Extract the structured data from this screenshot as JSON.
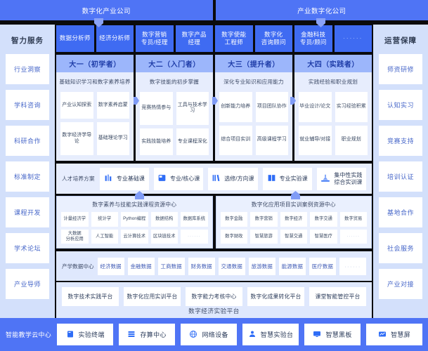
{
  "header": {
    "left_title": "数字化产业公司",
    "right_title": "产业数字化公司"
  },
  "sidebar_left": {
    "title": "智力服务",
    "items": [
      {
        "label": "行业洞察"
      },
      {
        "label": "学科咨询"
      },
      {
        "label": "科研合作"
      },
      {
        "label": "标准制定"
      },
      {
        "label": "课程开发"
      },
      {
        "label": "学术论坛"
      },
      {
        "label": "产业导师"
      }
    ]
  },
  "sidebar_right": {
    "title": "运营保障",
    "items": [
      {
        "label": "师资研修"
      },
      {
        "label": "认知实习"
      },
      {
        "label": "竞赛支持"
      },
      {
        "label": "培训认证"
      },
      {
        "label": "基地合作"
      },
      {
        "label": "社会服务"
      },
      {
        "label": "产业对接"
      }
    ]
  },
  "roles": [
    "数据分析师",
    "经济分析师",
    "数字营销\n专员/经理",
    "数字产品\n经理",
    "数字使能\n工程师",
    "数字化\n咨询顾问",
    "金融科技\n专员/顾问",
    "······"
  ],
  "years": [
    {
      "title": "大一（初学者）",
      "subtitle": "基础知识学习和数字素养培养",
      "items": [
        "产业认知探索",
        "数字素养启蒙",
        "数字经济学导论",
        "基础理论学习"
      ]
    },
    {
      "title": "大二（入门者）",
      "subtitle": "数字技能的初步掌握",
      "items": [
        "竞赛热情参与",
        "工具与技术学习",
        "实践技能培养",
        "专业课程深化"
      ]
    },
    {
      "title": "大三（提升者）",
      "subtitle": "深化专业知识和应用能力",
      "items": [
        "创新能力培养",
        "项目团队协作",
        "综合项目实训",
        "高级课程学习"
      ]
    },
    {
      "title": "大四（实践者）",
      "subtitle": "实践经验和职业规划",
      "items": [
        "毕业设计/论文",
        "实习经验积累",
        "就业辅导/对接",
        "职业规划"
      ]
    }
  ],
  "plan": {
    "label": "人才培养方案",
    "chips": [
      {
        "label": "专业基础课",
        "icon": "books-icon"
      },
      {
        "label": "专业/核心课",
        "icon": "open-book-icon"
      },
      {
        "label": "选修/方向课",
        "icon": "bookshelf-icon"
      },
      {
        "label": "专业实验课",
        "icon": "open-book-two-icon"
      },
      {
        "label": "集中性实践\n综合实训课",
        "icon": "lab-bench-icon"
      }
    ]
  },
  "resources": [
    {
      "title": "数字素养与技能实践课程资源中心",
      "items": [
        "计量经济学",
        "统计学",
        "Python编程",
        "数据结构",
        "数据库系统",
        "大数据\n分析应用",
        "人工智能",
        "云计算技术",
        "区块链技术",
        "······"
      ]
    },
    {
      "title": "数字化应用项目实训案例资源中心",
      "items": [
        "数字金融",
        "数字营销",
        "数字经济",
        "数字交通",
        "数字贸易",
        "数字财政",
        "智慧旅游",
        "智慧交通",
        "智慧医疗",
        "······"
      ]
    }
  ],
  "data_center": {
    "label": "产学数据中心",
    "items": [
      "经济数据",
      "金融数据",
      "工商数据",
      "财务数据",
      "交通数据",
      "旅游数据",
      "能源数据",
      "医疗数据",
      "······"
    ]
  },
  "platforms": {
    "items": [
      "数字技术实践平台",
      "数字化应用实训平台",
      "数字能力考核中心",
      "数字化成果转化平台",
      "课堂智能管控平台"
    ],
    "footer": "数字经济实验平台"
  },
  "bottom_bar": {
    "label": "智能教学云中心",
    "items": [
      {
        "label": "实验终端",
        "icon": "terminal-book-icon"
      },
      {
        "label": "存算中心",
        "icon": "server-stack-icon"
      },
      {
        "label": "网络设备",
        "icon": "globe-icon"
      },
      {
        "label": "智慧实验台",
        "icon": "user-bench-icon"
      },
      {
        "label": "智慧黑板",
        "icon": "monitor-icon"
      },
      {
        "label": "智慧屏",
        "icon": "screen-icon"
      }
    ]
  },
  "colors": {
    "brand_blue": "#4f74f5",
    "role_blue": "#3f6bf2",
    "year_head_blue": "#9cb6fb",
    "panel_light": "#e7edfd",
    "sidebar_bg": "#d3e0fb",
    "divider_black": "#0b0b0d"
  }
}
